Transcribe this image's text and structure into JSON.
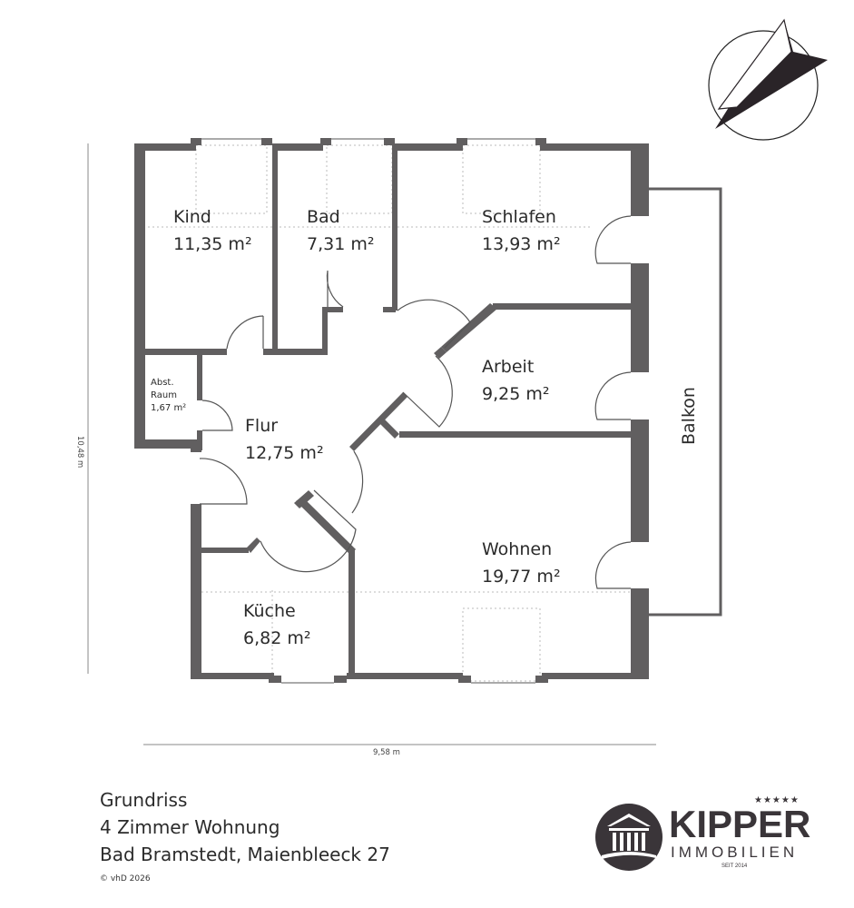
{
  "rooms": [
    {
      "name": "Kind",
      "area": "11,35 m²"
    },
    {
      "name": "Bad",
      "area": "7,31 m²"
    },
    {
      "name": "Schlafen",
      "area": "13,93 m²"
    },
    {
      "name": "Arbeit",
      "area": "9,25 m²"
    },
    {
      "name": "Flur",
      "area": "12,75 m²"
    },
    {
      "name": "Wohnen",
      "area": "19,77 m²"
    },
    {
      "name": "Küche",
      "area": "6,82 m²"
    },
    {
      "name": "Abst.",
      "name2": "Raum",
      "area": "1,67 m²"
    },
    {
      "name": "Balkon"
    }
  ],
  "dimensions": {
    "height": "10,48 m",
    "width": "9,58 m"
  },
  "caption": {
    "line1": "Grundriss",
    "line2": "4 Zimmer Wohnung",
    "line3": "Bad Bramstedt, Maienbleeck 27",
    "copyright": "© vhD 2026"
  },
  "logo": {
    "title": "KIPPER",
    "subtitle": "IMMOBILIEN",
    "since": "SEIT 2014",
    "stars": "★★★★★"
  },
  "colors": {
    "wall": "#615f60",
    "text": "#2b2b2b",
    "logo": "#3a3539"
  },
  "icons": {
    "compass": "north-arrow-icon"
  }
}
